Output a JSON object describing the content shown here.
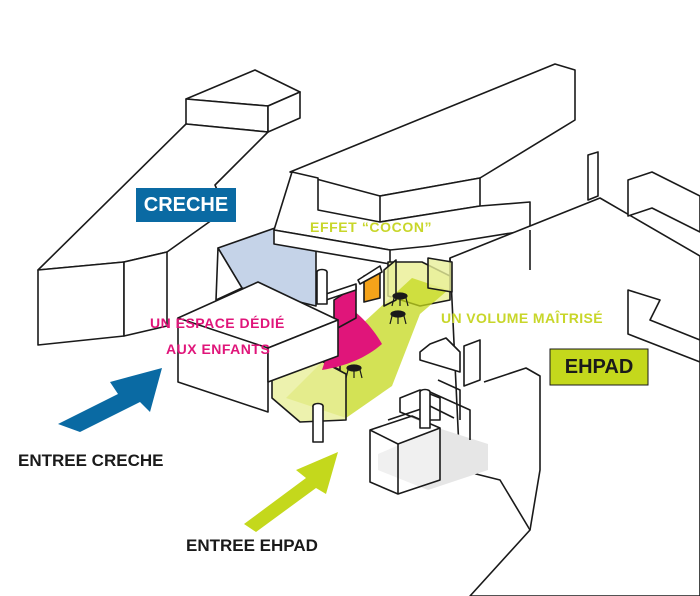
{
  "colors": {
    "creche_blue": "#0a6aa3",
    "ehpad_green": "#c4d81c",
    "magenta": "#e0157a",
    "lime_text": "#c8d62a",
    "orange": "#f5a31a",
    "creche_zone": "#c5d3e8",
    "ehpad_zone": "#e6e6e6",
    "outline": "#1a1a1a"
  },
  "labels": {
    "creche": "CRECHE",
    "ehpad": "EHPAD",
    "effet_cocon": "EFFET “COCON”",
    "espace_line1": "UN ESPACE DÉDIÉ",
    "espace_line2": "AUX ENFANTS",
    "volume": "UN VOLUME MAÎTRISÉ",
    "entree_creche": "ENTREE CRECHE",
    "entree_ehpad": "ENTREE EHPAD"
  },
  "icons": {
    "arrow_creche": "entrance-arrow-icon",
    "arrow_ehpad": "entrance-arrow-icon",
    "tables": "cafe-table-icon"
  }
}
